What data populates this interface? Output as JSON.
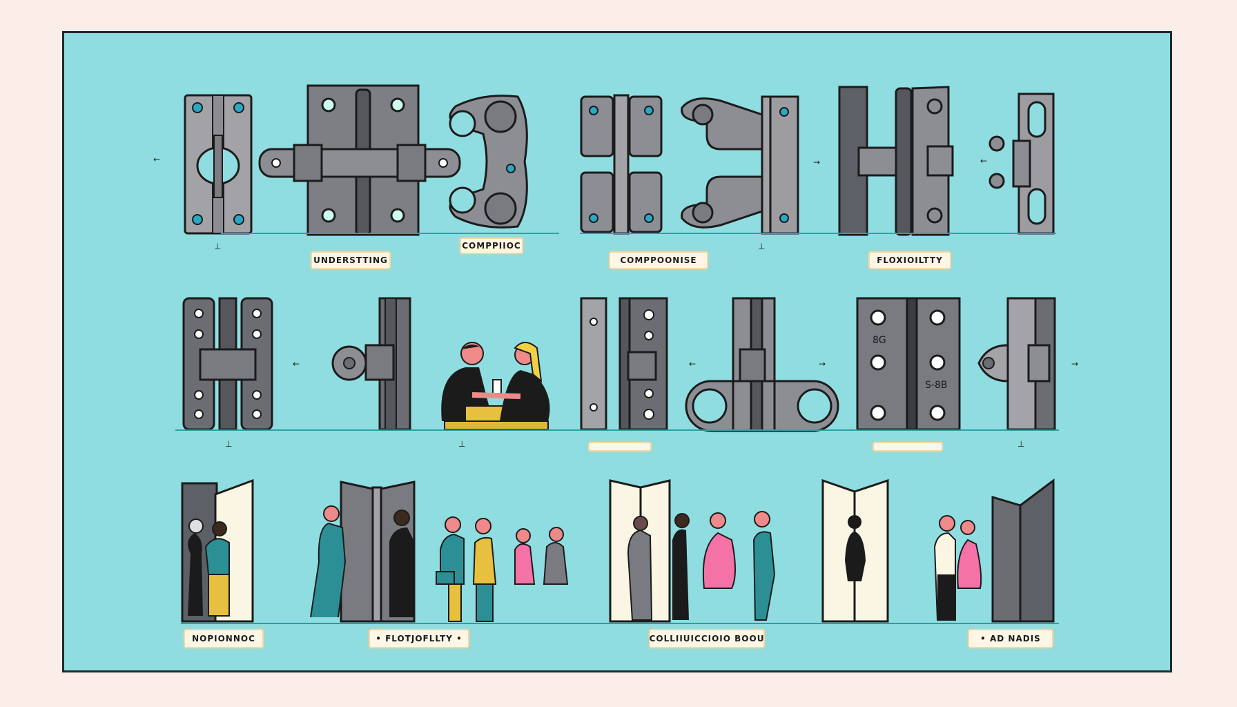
{
  "illustration": {
    "subject": "door hinges and people at doorways",
    "background_color": "#8fdde0",
    "page_color": "#fbeee9",
    "frame_border_color": "#1d2a2e",
    "metal_color": "#8a8c92",
    "dark_metal_color": "#5d6066"
  },
  "labels": {
    "row1": [
      {
        "text": "UNDERSTTING"
      },
      {
        "text": "COMPPIIOC"
      },
      {
        "text": "COMPPOONISE"
      },
      {
        "text": "FLOXIOILTTY"
      }
    ],
    "row2": [
      {
        "text": ""
      },
      {
        "text": ""
      }
    ],
    "row3": [
      {
        "text": "NOPIONNOC"
      },
      {
        "text": "• FLOTJOFLLTY •"
      },
      {
        "text": "COLLIIUICCIOIO BOOU"
      },
      {
        "text": "• AD NADIS"
      }
    ]
  },
  "hinge_markings": {
    "row2_hinge_a": "8G",
    "row2_hinge_b": "S-8B"
  },
  "ticks": {
    "arrow_left": "←",
    "arrow_right": "→",
    "mark": "⊥"
  }
}
